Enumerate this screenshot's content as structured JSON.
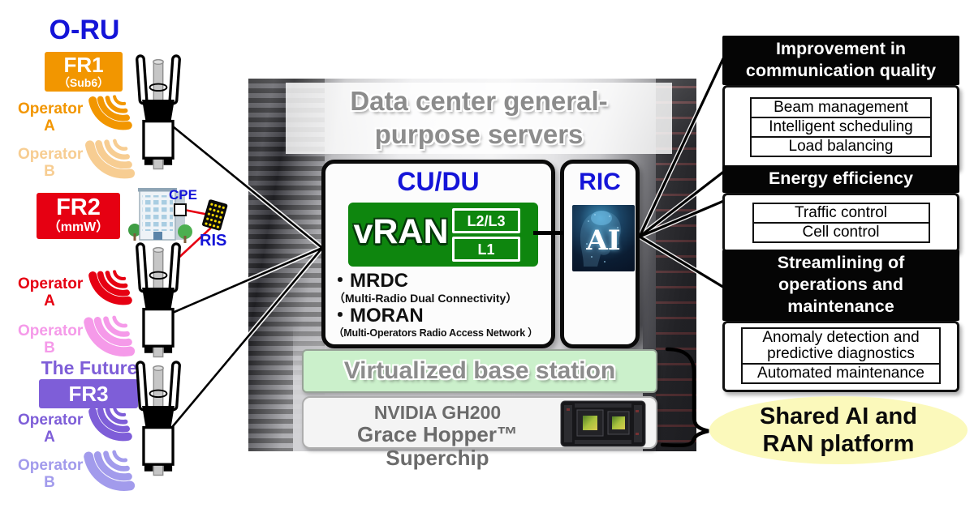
{
  "palette": {
    "blue": "#1414d8",
    "orange": "#f29600",
    "pale_orange": "#f7cd92",
    "red": "#e60012",
    "pink": "#f59ae9",
    "purple": "#7e5ed8",
    "pale_purple": "#a29bec",
    "green": "#0e860e",
    "light_green": "#cbf0cb",
    "pale_yellow": "#fbf9bb",
    "gray_title": "#8c8c8c"
  },
  "left": {
    "title": "O-RU",
    "operator_word": "Operator",
    "letter_a": "A",
    "letter_b": "B",
    "bands": [
      {
        "name": "FR1",
        "sub": "（Sub6）"
      },
      {
        "name": "FR2",
        "sub": "（mmW）"
      },
      {
        "name": "FR3",
        "sub": ""
      }
    ],
    "future_label": "The Future",
    "cpe_label": "CPE",
    "ris_label": "RIS"
  },
  "center": {
    "banner_line1": "Data center general-",
    "banner_line2": "purpose servers",
    "cudu_title": "CU/DU",
    "vran_label": "vRAN",
    "layer_l23": "L2/L3",
    "layer_l1": "L1",
    "features": [
      {
        "name": "・MRDC",
        "desc": "（Multi-Radio Dual Connectivity）"
      },
      {
        "name": "・MORAN",
        "desc": "（Multi-Operators Radio Access Network ）"
      }
    ],
    "ric_title": "RIC",
    "ai_label": "AI",
    "vbs_label": "Virtualized base station",
    "chip_line1": "NVIDIA GH200",
    "chip_line2": "Grace Hopper™ Superchip"
  },
  "right": {
    "panels": [
      {
        "title_lines": [
          "Improvement in",
          "communication quality"
        ],
        "items": [
          "Beam management",
          "Intelligent scheduling",
          "Load balancing"
        ]
      },
      {
        "title_lines": [
          "Energy efficiency"
        ],
        "items": [
          "Traffic control",
          "Cell control"
        ]
      },
      {
        "title_lines": [
          "Streamlining of",
          "operations and",
          "maintenance"
        ],
        "items": [
          "Anomaly detection and predictive diagnostics",
          "Automated maintenance"
        ]
      }
    ],
    "ellipse_line1": "Shared AI and",
    "ellipse_line2": "RAN platform"
  }
}
